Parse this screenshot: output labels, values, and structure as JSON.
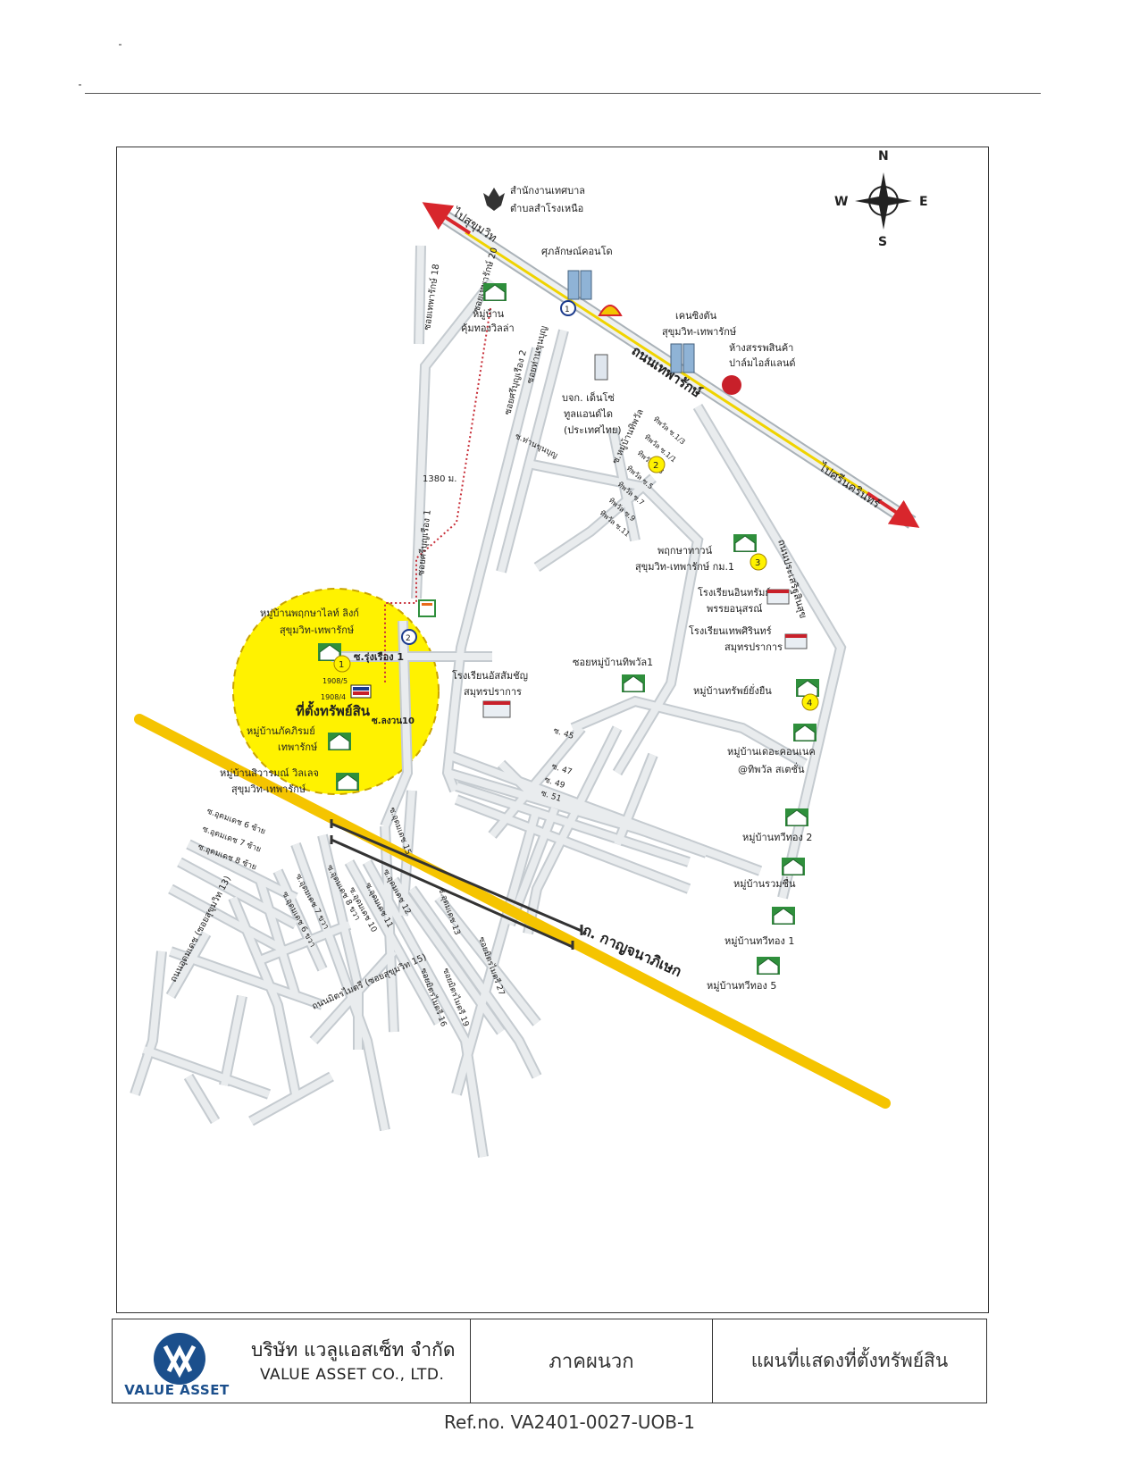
{
  "map": {
    "compass": {
      "n": "N",
      "s": "S",
      "e": "E",
      "w": "W"
    },
    "roads": {
      "thepharak": "ถนนเทพารักษ์",
      "to_sukhumvit": "ไปสุขุมวิท",
      "to_srinakarin": "ไปศรีนครินทร์",
      "kanchanaphisek": "ถ. กาญจนาภิเษก",
      "prasertsin": "ถนนประเสริฐสินสุข",
      "soi_thepharak_18": "ซอยเทพารักษ์ 18",
      "soi_thepharak_20": "ซอยเทพารักษ์ 20",
      "soi_sriboonrueang": "ซอยศรีบุญเรือง 1",
      "soi_sriboonrueang2": "ซอยศรีบุญเรือง 2",
      "soi_tha_khun": "ซอยท่านขุนบุญ",
      "soi_tipawan": "ซ.หมู่บ้านทิพวัล",
      "soi_tipawan_village": "ซอยหมู่บ้านทิพวัล1",
      "soi_rungrueang": "ซ.รุ่งเรือง 1",
      "soi_songwan": "ซ.ลงวน10",
      "soi_45": "ซ. 45",
      "soi_47": "ซ. 47",
      "soi_49": "ซ. 49",
      "soi_51": "ซ. 51",
      "udomsuk_15": "ซ.อุดมเดช 15",
      "udomsuk_13": "ซ.อุดมเดช 13",
      "udomsuk_12": "ซ.อุดมเดช 12",
      "udomsuk_11": "ซ.อุดมเดช 11",
      "udomsuk_10": "ซ.อุดมเดช 10",
      "udomsuk_8": "ซ.อุดมเดช 8 ขวา",
      "udomsuk_7": "ซ.อุดมเดช 7 ขวา",
      "udomsuk_6": "ซ.อุดมเดช 6 ขวา",
      "udomsuk_6l": "ซ.อุดมเดช 6 ซ้าย",
      "udomsuk_7l": "ซ.อุดมเดช 7 ซ้าย",
      "udomsuk_8l": "ซ.อุดมเดช 8 ซ้าย",
      "udomdet_rd": "ถนนอุดมเดช (ซอยสุขุมวิท 13)",
      "mitmaitri_rd": "ถนนมิตรไมตรี (ซอยสุขุมวิท 15)",
      "mitmaitri_19": "ซอยมิตรไมตรี 19",
      "mitmaitri_16": "ซอยมิตรไมตรี 16",
      "mitmaitri_27": "ซอยมิตรไมตรี 27",
      "tipawan_13": "ทิพวัล ซ.1/3",
      "tipawan_11": "ทิพวัล ซ.1/1",
      "tipawan_3": "ทิพวัล ซ.3",
      "tipawan_5": "ทิพวัล ซ.5",
      "tipawan_7": "ทิพวัล ซ.7",
      "tipawan_9": "ทิพวัล ซ.9",
      "tipawan_11b": "ทิพวัล ซ.11"
    },
    "places": {
      "municipal_1": "สำนักงานเทศบาล",
      "municipal_2": "ตำบลสำโรงเหนือ",
      "supalai": "ศุภลักษณ์คอนโด",
      "village_khumthong_1": "หมู่บ้าน",
      "village_khumthong_2": "คุ้มทองวิลล่า",
      "kensington_1": "เคนซิงตัน",
      "kensington_2": "สุขุมวิท-เทพารักษ์",
      "palm_1": "ห้างสรรพสินค้า",
      "palm_2": "ปาล์มไอส์แลนด์",
      "denso_1": "บจก. เด็นโซ่",
      "denso_2": "ทูลแอนด์ได",
      "denso_3": "(ประเทศไทย)",
      "tha_khun_soi": "ซ.ท่านขุนบุญ",
      "pruksa_town_1": "พฤกษาทาวน์",
      "pruksa_town_2": "สุขุมวิท-เทพารักษ์ กม.1",
      "school_intharam_1": "โรงเรียนอินทรัมย์",
      "school_intharam_2": "พรรยอนุสรณ์",
      "school_thepsirin_1": "โรงเรียนเทพศิรินทร์",
      "school_thepsirin_2": "สมุทรปราการ",
      "pruksa_light_1": "หมู่บ้านพฤกษาไลท์ ลิงก์",
      "pruksa_light_2": "สุขุมวิท-เทพารักษ์",
      "subject_property": "ที่ตั้งทรัพย์สิน",
      "plot_1": "1908/5",
      "plot_2": "1908/4",
      "phakphirom_1": "หมู่บ้านภัคภิรมย์",
      "phakphirom_2": "เทพารักษ์",
      "siwaram_1": "หมู่บ้านสิวารมณ์ วิลเลจ",
      "siwaram_2": "สุขุมวิท-เทพารักษ์",
      "school_assumption_1": "โรงเรียนอัสสัมชัญ",
      "school_assumption_2": "สมุทรปราการ",
      "sap_yangyuen": "หมู่บ้านทรัพย์ยั่งยืน",
      "the_connect_1": "หมู่บ้านเดอะคอนเนค",
      "the_connect_2": "@ทิพวัล สเตชั่น",
      "thawithong_2": "หมู่บ้านทวีทอง 2",
      "ruamchuen": "หมู่บ้านรวมชื่น",
      "thawithong_1": "หมู่บ้านทวีทอง 1",
      "thawithong_5": "หมู่บ้านทวีทอง 5"
    },
    "distance": "1380 ม.",
    "markers": {
      "m1": "1",
      "m2": "2",
      "m3": "3",
      "m4": "4",
      "p1": "1",
      "p2": "2"
    },
    "colors": {
      "road": "#dfe3e6",
      "road_edge": "#aab2b8",
      "highway": "#f5c400",
      "circle": "#fff200",
      "arrow": "#d8262c",
      "blue_text": "#1b3a8c"
    }
  },
  "footer": {
    "logo_text": "VALUE ASSET",
    "company_th": "บริษัท แวลูแอสเซ็ท จำกัด",
    "company_en": "VALUE ASSET CO., LTD.",
    "middle": "ภาคผนวก",
    "right": "แผนที่แสดงที่ตั้งทรัพย์สิน"
  },
  "ref": "Ref.no. VA2401-0027-UOB-1"
}
